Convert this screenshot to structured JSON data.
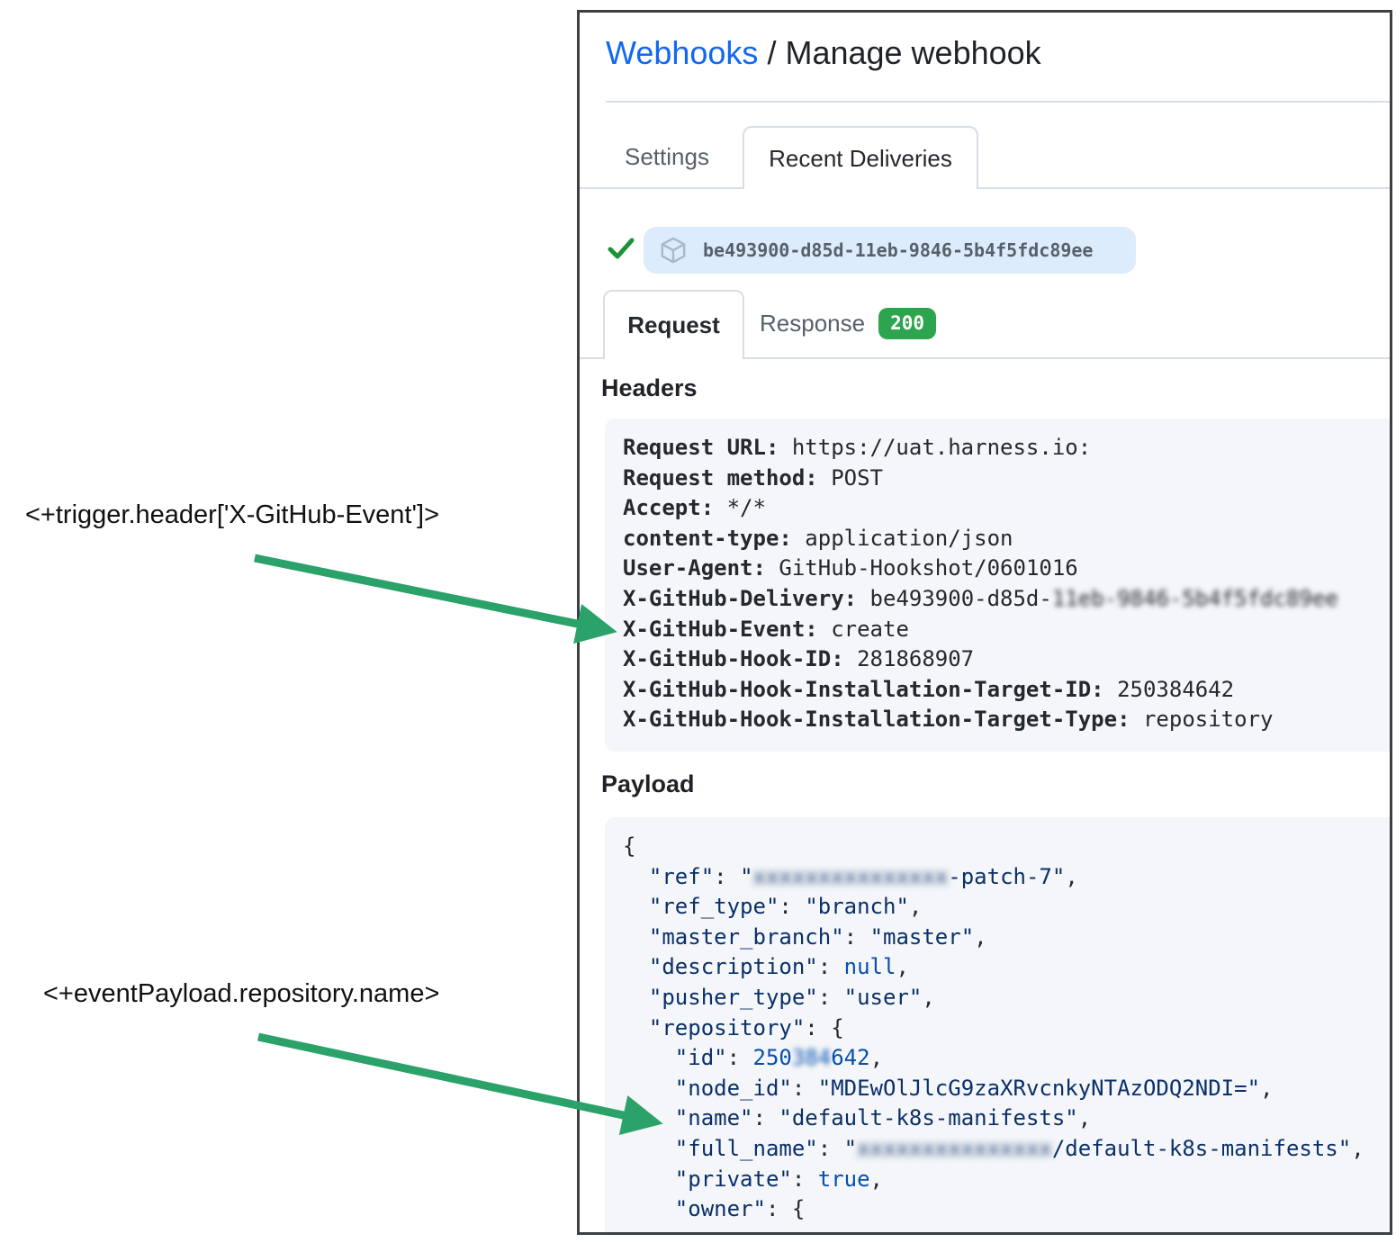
{
  "page": {
    "breadcrumb": "Webhooks",
    "separator": " / ",
    "title": "Manage webhook"
  },
  "tabs": {
    "settings": "Settings",
    "recent_deliveries": "Recent Deliveries"
  },
  "delivery": {
    "id": "be493900-d85d-11eb-9846-5b4f5fdc89ee"
  },
  "subtabs": {
    "request": "Request",
    "response": "Response",
    "status_code": "200"
  },
  "sections": {
    "headers": "Headers",
    "payload": "Payload"
  },
  "request_headers": [
    {
      "key": "Request URL",
      "value": "https://uat.harness.io:"
    },
    {
      "key": "Request method",
      "value": "POST"
    },
    {
      "key": "Accept",
      "value": "*/*"
    },
    {
      "key": "content-type",
      "value": "application/json"
    },
    {
      "key": "User-Agent",
      "value": "GitHub-Hookshot/0601016"
    },
    {
      "key": "X-GitHub-Delivery",
      "value": "be493900-d85d-",
      "blurred_suffix": "11eb-9846-5b4f5fdc89ee"
    },
    {
      "key": "X-GitHub-Event",
      "value": "create"
    },
    {
      "key": "X-GitHub-Hook-ID",
      "value": "281868907"
    },
    {
      "key": "X-GitHub-Hook-Installation-Target-ID",
      "value": "250384642"
    },
    {
      "key": "X-GitHub-Hook-Installation-Target-Type",
      "value": "repository"
    }
  ],
  "payload_lines": [
    [
      [
        "p",
        "{"
      ]
    ],
    [
      [
        "p",
        "  "
      ],
      [
        "k",
        "\"ref\""
      ],
      [
        "p",
        ": "
      ],
      [
        "s",
        "\""
      ],
      [
        "bs",
        "xxxxxxxxxxxxxxx"
      ],
      [
        "s",
        "-patch-7\""
      ],
      [
        "p",
        ","
      ]
    ],
    [
      [
        "p",
        "  "
      ],
      [
        "k",
        "\"ref_type\""
      ],
      [
        "p",
        ": "
      ],
      [
        "s",
        "\"branch\""
      ],
      [
        "p",
        ","
      ]
    ],
    [
      [
        "p",
        "  "
      ],
      [
        "k",
        "\"master_branch\""
      ],
      [
        "p",
        ": "
      ],
      [
        "s",
        "\"master\""
      ],
      [
        "p",
        ","
      ]
    ],
    [
      [
        "p",
        "  "
      ],
      [
        "k",
        "\"description\""
      ],
      [
        "p",
        ": "
      ],
      [
        "c",
        "null"
      ],
      [
        "p",
        ","
      ]
    ],
    [
      [
        "p",
        "  "
      ],
      [
        "k",
        "\"pusher_type\""
      ],
      [
        "p",
        ": "
      ],
      [
        "s",
        "\"user\""
      ],
      [
        "p",
        ","
      ]
    ],
    [
      [
        "p",
        "  "
      ],
      [
        "k",
        "\"repository\""
      ],
      [
        "p",
        ": {"
      ]
    ],
    [
      [
        "p",
        "    "
      ],
      [
        "k",
        "\"id\""
      ],
      [
        "p",
        ": "
      ],
      [
        "n",
        "250"
      ],
      [
        "bn",
        "384"
      ],
      [
        "n",
        "642"
      ],
      [
        "p",
        ","
      ]
    ],
    [
      [
        "p",
        "    "
      ],
      [
        "k",
        "\"node_id\""
      ],
      [
        "p",
        ": "
      ],
      [
        "s",
        "\"MDEwOlJlcG9zaXRvcnkyNTAzODQ2NDI=\""
      ],
      [
        "p",
        ","
      ]
    ],
    [
      [
        "p",
        "    "
      ],
      [
        "k",
        "\"name\""
      ],
      [
        "p",
        ": "
      ],
      [
        "s",
        "\"default-k8s-manifests\""
      ],
      [
        "p",
        ","
      ]
    ],
    [
      [
        "p",
        "    "
      ],
      [
        "k",
        "\"full_name\""
      ],
      [
        "p",
        ": "
      ],
      [
        "s",
        "\""
      ],
      [
        "bs",
        "xxxxxxxxxxxxxxx"
      ],
      [
        "s",
        "/default-k8s-manifests\""
      ],
      [
        "p",
        ","
      ]
    ],
    [
      [
        "p",
        "    "
      ],
      [
        "k",
        "\"private\""
      ],
      [
        "p",
        ": "
      ],
      [
        "c",
        "true"
      ],
      [
        "p",
        ","
      ]
    ],
    [
      [
        "p",
        "    "
      ],
      [
        "k",
        "\"owner\""
      ],
      [
        "p",
        ": {"
      ]
    ]
  ],
  "annotations": {
    "trigger_expression": "<+trigger.header['X-GitHub-Event']>",
    "payload_expression": "<+eventPayload.repository.name>"
  },
  "colors": {
    "link_blue": "#1168f2",
    "arrow_green": "#2aa26a",
    "success_green": "#1a9338",
    "badge_green": "#2da44e",
    "badge_blue_bg": "#dcecfd",
    "code_bg": "#f4f6f9",
    "json_string": "#0a3069",
    "json_constant": "#0550ae"
  }
}
